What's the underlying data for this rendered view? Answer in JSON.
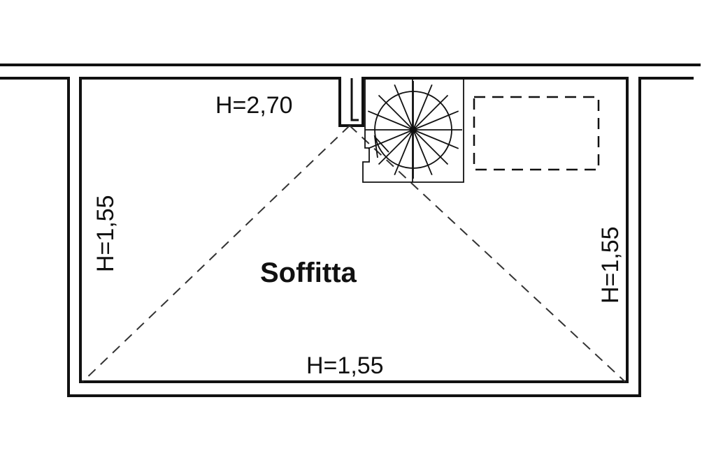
{
  "room": {
    "label": "Soffitta"
  },
  "heights": {
    "ridge": "H=2,70",
    "left": "H=1,55",
    "right": "H=1,55",
    "bottom": "H=1,55"
  },
  "colors": {
    "line": "#111111",
    "background": "#ffffff"
  }
}
